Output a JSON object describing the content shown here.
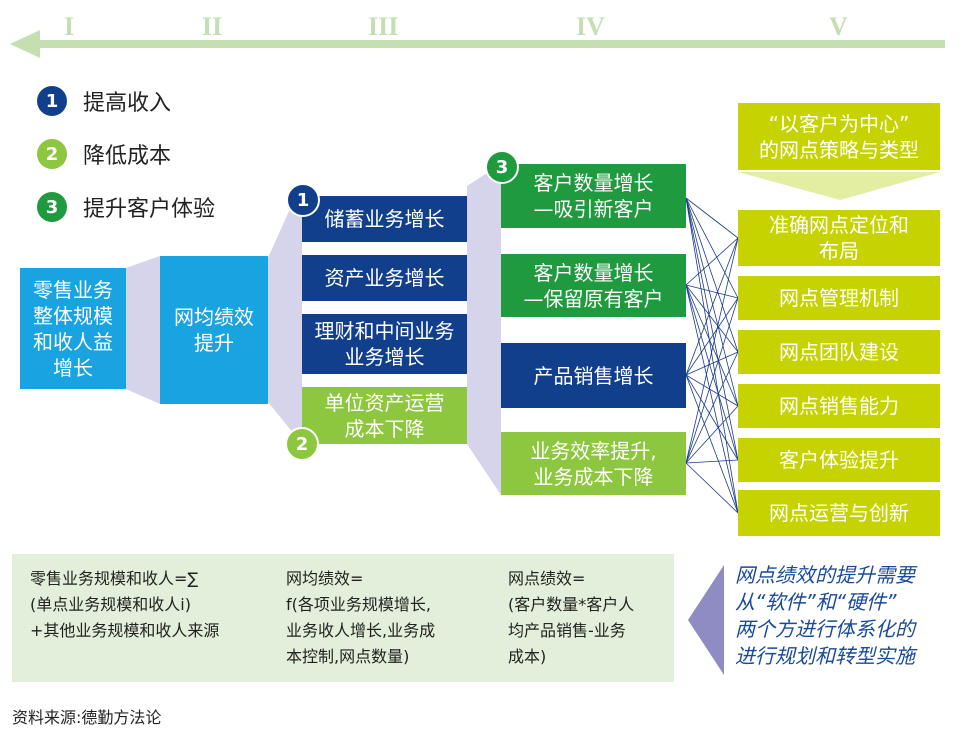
{
  "stages": [
    "I",
    "II",
    "III",
    "IV",
    "V"
  ],
  "legend": [
    {
      "num": "1",
      "label": "提高收入"
    },
    {
      "num": "2",
      "label": "降低成本"
    },
    {
      "num": "3",
      "label": "提升客户体验"
    }
  ],
  "col1": "零售业务\n整体规模\n和收人益\n增长",
  "col2": "网均绩效\n提升",
  "col3": [
    "储蓄业务增长",
    "资产业务增长",
    "理财和中间业务\n业务增长",
    "单位资产运营\n成本下降"
  ],
  "col4": [
    "客户数量增长\n—吸引新客户",
    "客户数量增长\n—保留原有客户",
    "产品销售增长",
    "业务效率提升,\n业务成本下降"
  ],
  "col5_header": "“以客户为中心”\n的网点策略与类型",
  "col5": [
    "准确网点定位和\n布局",
    "网点管理机制",
    "网点团队建设",
    "网点销售能力",
    "客户体验提升",
    "网点运营与创新"
  ],
  "badges": {
    "col3_top": "1",
    "col3_bottom": "2",
    "col4_top": "3"
  },
  "formulas": [
    "零售业务规模和收人=∑\n(单点业务规模和收人i)\n+其他业务规模和收人来源",
    "网均绩效=\nf(各项业务规模增长,\n业务收人增长,业务成\n本控制,网点数量)",
    "网点绩效=\n(客户数量*客户人\n均产品销售-业务\n成本)"
  ],
  "note": "网点绩效的提升需要\n从“软件”和“硬件”\n两个方进行体系化的\n进行规划和转型实施",
  "source": "资料来源:德勤方法论",
  "colors": {
    "cyan": "#19a3e0",
    "navy": "#123f8c",
    "light_green": "#8dc63f",
    "dark_green": "#1f9a3e",
    "lime": "#c7d300",
    "arrow": "#c5dfb3",
    "funnel": "#d6d4ea",
    "note": "#1a4a9a",
    "formula_bg": "#e2efda"
  }
}
